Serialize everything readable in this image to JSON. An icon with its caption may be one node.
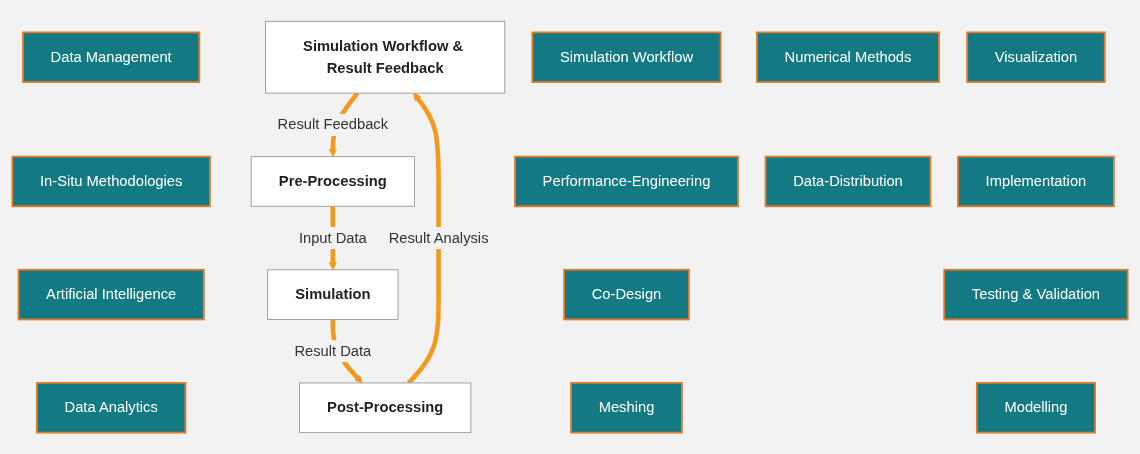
{
  "diagram": {
    "nodes": [
      {
        "text": [
          "Data Management"
        ]
      },
      {
        "text": [
          "In-Situ Methodologies"
        ]
      },
      {
        "text": [
          "Artificial Intelligence"
        ]
      },
      {
        "text": [
          "Simulation Workflow & Result Feedback"
        ]
      },
      {
        "text": [
          "Data Analytics"
        ]
      },
      {
        "text": [
          "Simulation Workflow"
        ]
      },
      {
        "text": [
          "Performance-Engineering"
        ]
      },
      {
        "text": [
          "Co-Design"
        ]
      },
      {
        "text": [
          "Meshing"
        ]
      },
      {
        "text": [
          "Pre-Processing"
        ]
      },
      {
        "text": [
          "Post-Processing"
        ]
      },
      {
        "text": [
          "Visualization"
        ]
      },
      {
        "text": [
          "Implementation"
        ]
      },
      {
        "text": [
          "Testing & Validation"
        ]
      },
      {
        "text": [
          "Simulation"
        ]
      },
      {
        "text": [
          "Modelling"
        ]
      },
      {
        "text": [
          "Numerical Methods"
        ]
      },
      {
        "text": [
          "Data-Distribution"
        ]
      }
    ],
    "edges": [
      {
        "from": 9,
        "to": 14,
        "arrow": "to",
        "label": "Input Data"
      },
      {
        "from": 14,
        "to": 10,
        "arrow": "to",
        "label": "Result Data"
      },
      {
        "from": 10,
        "to": 3,
        "arrow": "to",
        "label": "Result Analysis"
      },
      {
        "from": 3,
        "to": 9,
        "arrow": "to",
        "label": "Result Feedback"
      }
    ]
  }
}
